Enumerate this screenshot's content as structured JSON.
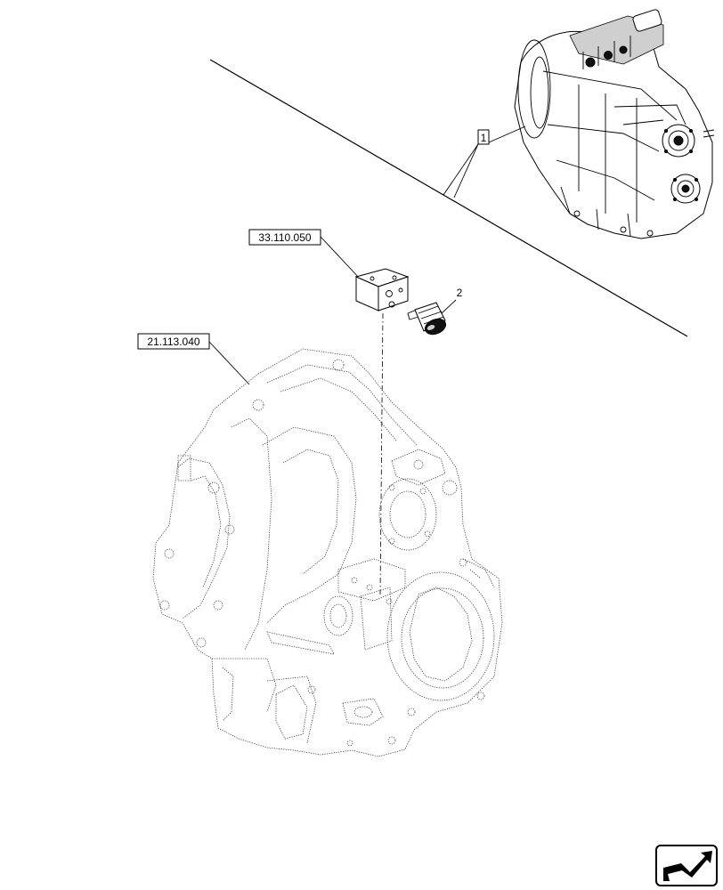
{
  "callouts": {
    "ref_assembly": "1",
    "ref_block": "33.110.050",
    "ref_part": "2",
    "ref_housing": "21.113.040"
  },
  "icons": {
    "nav": "arrow-nav-icon"
  }
}
